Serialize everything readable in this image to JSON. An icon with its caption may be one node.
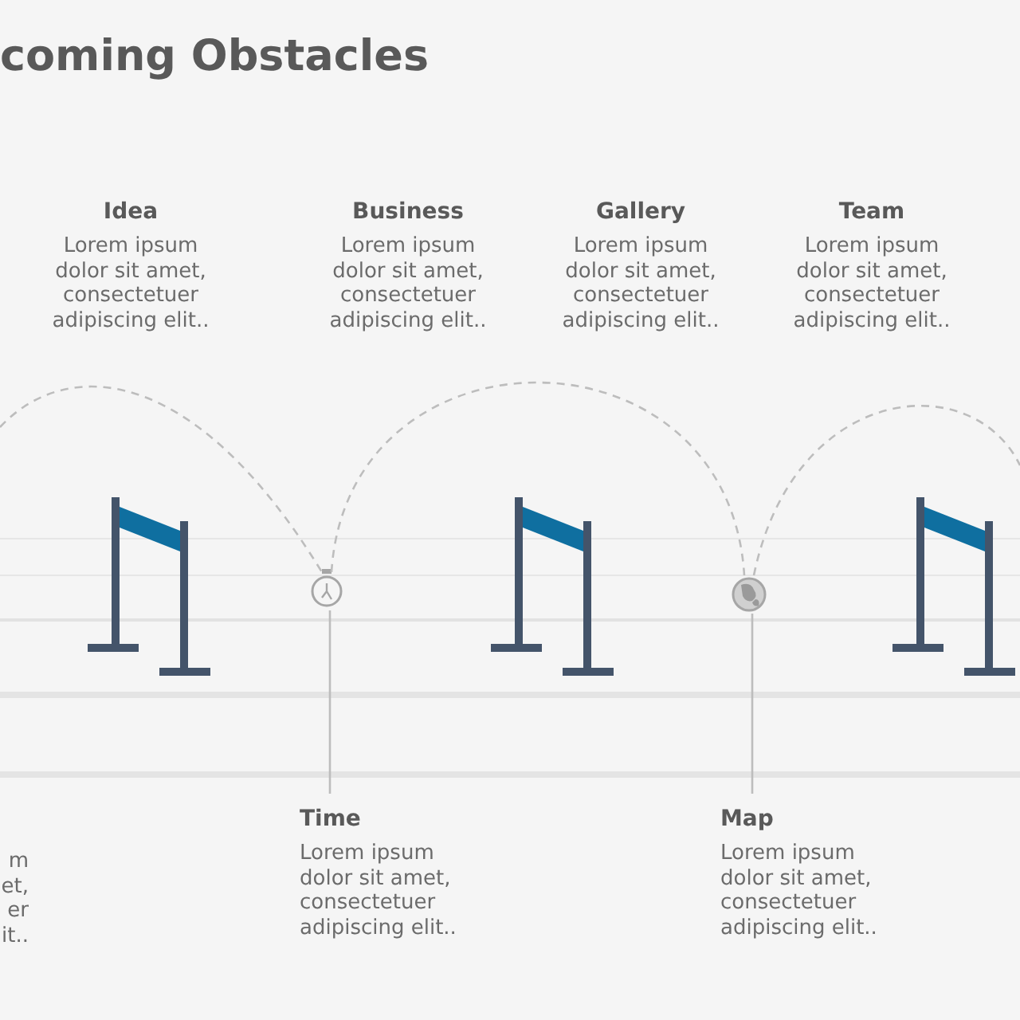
{
  "diagram": {
    "title": "coming Obstacles",
    "nodes": [
      {
        "text": [],
        "shape": "picture"
      },
      {
        "text": [],
        "shape": "picture"
      },
      {
        "text": [
          "Time",
          "Lorem ipsum dolor sit amet, consectetuer adipiscing elit.."
        ]
      },
      {
        "text": [
          "Map",
          "Lorem ipsum dolor sit amet, consectetuer adipiscing elit.."
        ]
      }
    ],
    "edges": [
      {
        "from": null,
        "to": 0,
        "arrow": "none",
        "style": "dashed"
      },
      {
        "from": 0,
        "to": 1,
        "arrow": "none",
        "style": "dashed"
      },
      {
        "from": 1,
        "to": null,
        "arrow": "none",
        "style": "dashed"
      },
      {
        "from": 0,
        "to": 2,
        "arrow": "none"
      },
      {
        "from": 1,
        "to": 3,
        "arrow": "none"
      }
    ],
    "labels": [
      "Idea",
      "Lorem ipsum dolor sit amet, consectetuer adipiscing elit..",
      "Business",
      "Lorem ipsum dolor sit amet, consectetuer adipiscing elit..",
      "Gallery",
      "Lorem ipsum dolor sit amet, consectetuer adipiscing elit..",
      "Team",
      "Lorem ipsum dolor sit amet, consectetuer adipiscing elit..",
      "m et, er it.."
    ]
  }
}
